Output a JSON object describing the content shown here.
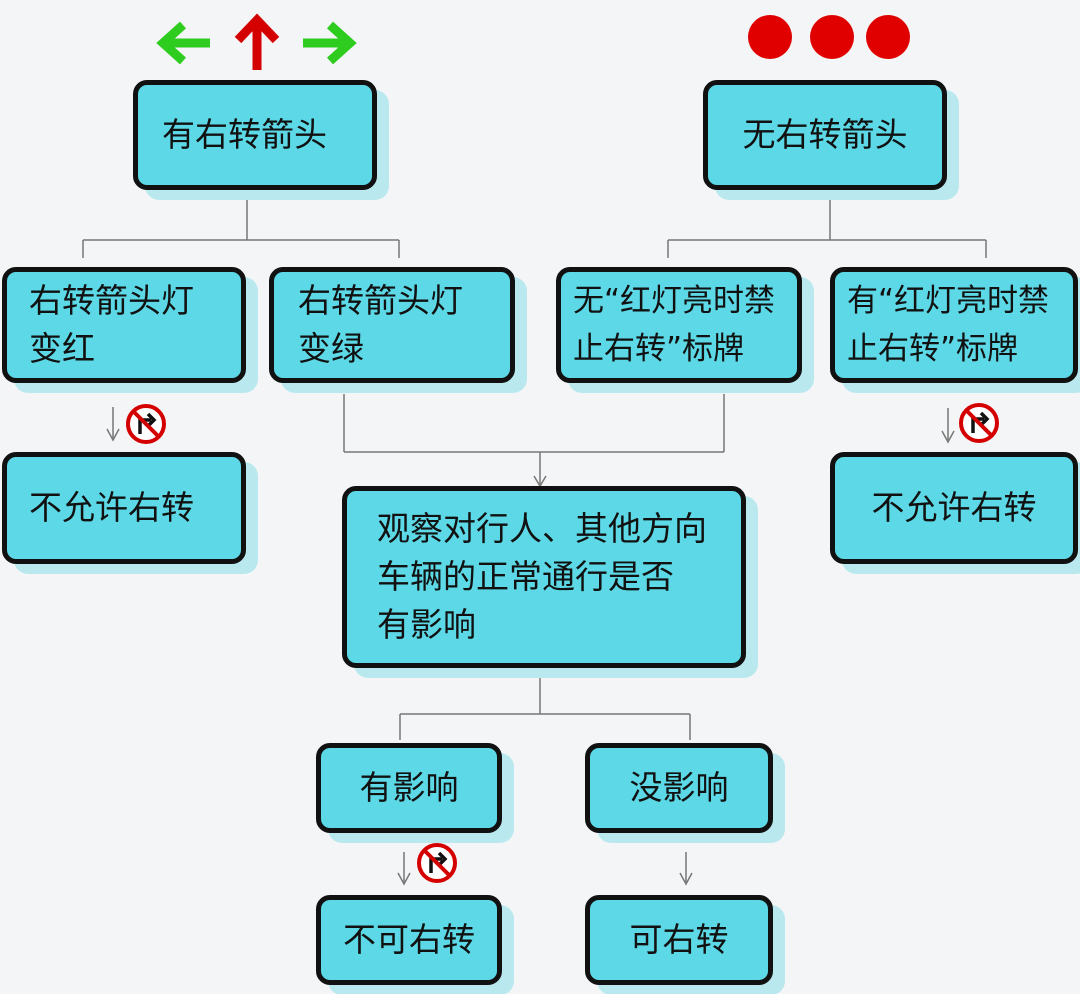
{
  "colors": {
    "box_fill": "#5cd8e6",
    "box_border": "#111111",
    "dot_red": "#e00000",
    "arrow_green": "#2ecc1f",
    "arrow_red": "#d40000"
  },
  "top_icons": {
    "left": [
      "left-arrow-icon",
      "up-arrow-icon",
      "right-arrow-icon"
    ],
    "right": [
      "red-light-icon",
      "red-light-icon",
      "red-light-icon"
    ]
  },
  "nodes": {
    "has_arrow": "有右转箭头",
    "no_arrow": "无右转箭头",
    "arrow_red": "右转箭头灯\n变红",
    "arrow_green": "右转箭头灯\n变绿",
    "no_sign": "无“红灯亮时禁\n止右转”标牌",
    "has_sign": "有“红灯亮时禁\n止右转”标牌",
    "not_allowed_left": "不允许右转",
    "not_allowed_right": "不允许右转",
    "observe": "观察对行人、其他方向\n车辆的正常通行是否\n有影响",
    "affected": "有影响",
    "not_affected": "没影响",
    "cannot_turn": "不可右转",
    "can_turn": "可右转"
  },
  "signs": [
    "no-right-turn-icon",
    "no-right-turn-icon",
    "no-right-turn-icon"
  ]
}
